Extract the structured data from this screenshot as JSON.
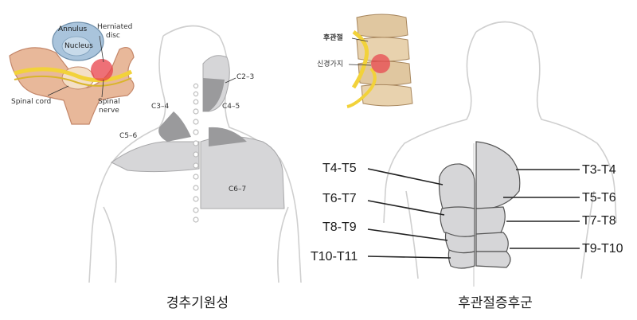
{
  "left": {
    "caption": "경추기원성",
    "inset_labels": {
      "annulus": "Annulus",
      "nucleus": "Nucleus",
      "herniated_disc_1": "Herniated",
      "herniated_disc_2": "disc",
      "spinal_cord": "Spinal cord",
      "spinal_nerve_1": "Spinal",
      "spinal_nerve_2": "nerve"
    },
    "segments": {
      "c2_3": "C2–3",
      "c3_4": "C3–4",
      "c4_5": "C4–5",
      "c5_6": "C5–6",
      "c6_7": "C6–7"
    }
  },
  "right": {
    "caption": "후관절증후군",
    "inset_labels": {
      "facet_joint": "후관절",
      "nerve_branch": "신경가지"
    },
    "segments_left": {
      "t4_t5": "T4-T5",
      "t6_t7": "T6-T7",
      "t8_t9": "T8-T9",
      "t10_t11": "T10-T11"
    },
    "segments_right": {
      "t3_t4": "T3-T4",
      "t5_t6": "T5-T6",
      "t7_t8": "T7-T8",
      "t9_t10": "T9-T10"
    }
  },
  "colors": {
    "outline": "#cfcfcf",
    "zone_light": "#d6d6d8",
    "zone_dark": "#9a9a9c",
    "inset_bone": "#e8b89a",
    "inset_disc": "#a9c4dc",
    "inset_red": "#e8404a",
    "inset_nerve": "#f2d23a"
  }
}
